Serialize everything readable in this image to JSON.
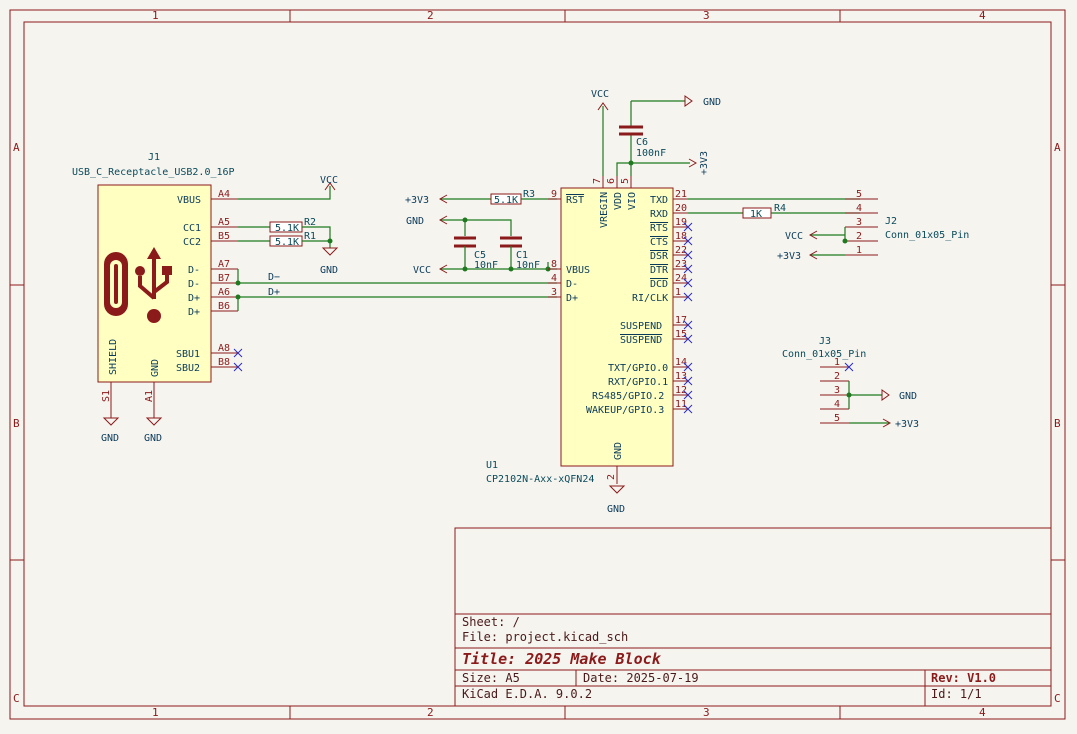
{
  "frame": {
    "cols": [
      "1",
      "2",
      "3",
      "4"
    ],
    "rows": [
      "A",
      "B",
      "C"
    ]
  },
  "title_block": {
    "sheet": "Sheet: /",
    "file": "File: project.kicad_sch",
    "title": "Title: 2025 Make Block",
    "size": "Size: A5",
    "date": "Date: 2025-07-19",
    "rev": "Rev: V1.0",
    "app": "KiCad E.D.A. 9.0.2",
    "id": "Id: 1/1"
  },
  "j1": {
    "ref": "J1",
    "value": "USB_C_Receptacle_USB2.0_16P",
    "pins": [
      {
        "name": "VBUS",
        "num": "A4"
      },
      {
        "name": "CC1",
        "num": "A5"
      },
      {
        "name": "CC2",
        "num": "B5"
      },
      {
        "name": "D-",
        "num": "A7"
      },
      {
        "name": "D-",
        "num": "B7"
      },
      {
        "name": "D+",
        "num": "A6"
      },
      {
        "name": "D+",
        "num": "B6"
      },
      {
        "name": "SBU1",
        "num": "A8"
      },
      {
        "name": "SBU2",
        "num": "B8"
      }
    ],
    "shield": "SHIELD",
    "gnd": "GND",
    "s1": "S1",
    "a1": "A1"
  },
  "u1": {
    "ref": "U1",
    "value": "CP2102N-Axx-xQFN24",
    "left_pins": [
      {
        "name": "RST",
        "num": "9"
      },
      {
        "name": "VBUS",
        "num": "8"
      },
      {
        "name": "D-",
        "num": "4"
      },
      {
        "name": "D+",
        "num": "3"
      }
    ],
    "top_pins": [
      {
        "name": "VREGIN",
        "num": "7"
      },
      {
        "name": "VDD",
        "num": "6"
      },
      {
        "name": "VIO",
        "num": "5"
      }
    ],
    "right_pins": [
      {
        "name": "TXD",
        "num": "21"
      },
      {
        "name": "RXD",
        "num": "20"
      },
      {
        "name": "RTS",
        "num": "19"
      },
      {
        "name": "CTS",
        "num": "18"
      },
      {
        "name": "DSR",
        "num": "22"
      },
      {
        "name": "DTR",
        "num": "23"
      },
      {
        "name": "DCD",
        "num": "24"
      },
      {
        "name": "RI/CLK",
        "num": "1"
      },
      {
        "name": "SUSPEND",
        "num": "17"
      },
      {
        "name": "SUSPEND",
        "num": "15"
      },
      {
        "name": "TXT/GPIO.0",
        "num": "14"
      },
      {
        "name": "RXT/GPIO.1",
        "num": "13"
      },
      {
        "name": "RS485/GPIO.2",
        "num": "12"
      },
      {
        "name": "WAKEUP/GPIO.3",
        "num": "11"
      }
    ],
    "gnd_name": "GND",
    "gnd_num": "2"
  },
  "resistors": {
    "r1": {
      "ref": "R1",
      "value": "5.1K"
    },
    "r2": {
      "ref": "R2",
      "value": "5.1K"
    },
    "r3": {
      "ref": "R3",
      "value": "5.1K"
    },
    "r4": {
      "ref": "R4",
      "value": "1K"
    }
  },
  "caps": {
    "c1": {
      "ref": "C1",
      "value": "10nF"
    },
    "c5": {
      "ref": "C5",
      "value": "10nF"
    },
    "c6": {
      "ref": "C6",
      "value": "100nF"
    }
  },
  "j2": {
    "ref": "J2",
    "value": "Conn_01x05_Pin",
    "pins": [
      "5",
      "4",
      "3",
      "2",
      "1"
    ]
  },
  "j3": {
    "ref": "J3",
    "value": "Conn_01x05_Pin",
    "pins": [
      "1",
      "2",
      "3",
      "4",
      "5"
    ]
  },
  "nets": {
    "dminus": "D−",
    "dplus": "D+",
    "vcc": "VCC",
    "gnd": "GND",
    "v33": "+3V3"
  }
}
